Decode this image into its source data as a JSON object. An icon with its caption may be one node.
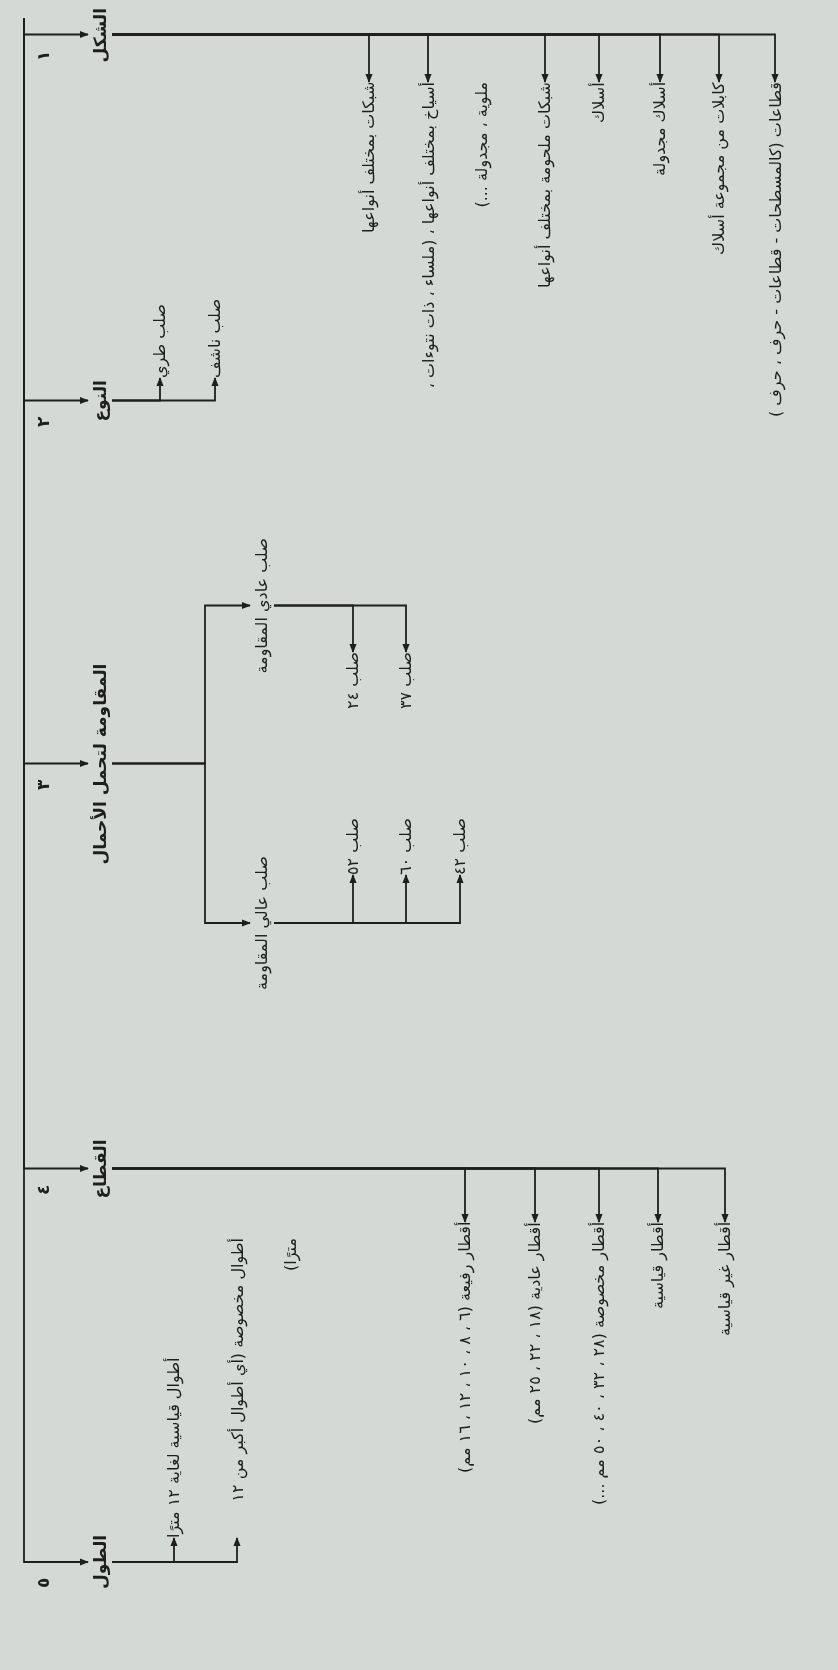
{
  "diagram": {
    "nodes": [
      {
        "text": [
          "الشكل"
        ],
        "beside": [
          "١"
        ]
      },
      {
        "text": [
          "شبكات بمختلف أنواعها"
        ]
      },
      {
        "text": [
          "أسياخ بمختلف أنواعها ، (ملساء ، ذات نتوءات ، ملوية ، مجدولة ...)"
        ]
      },
      {
        "text": [
          "شبكات ملحومة بمختلف أنواعها"
        ]
      },
      {
        "text": [
          "أسلاك"
        ]
      },
      {
        "text": [
          "أسلاك مجدولة"
        ]
      },
      {
        "text": [
          "كابلات من مجموعة أسلاك"
        ]
      },
      {
        "text": [
          "قطاعات (كالمسطحات - قطاعات - حرف ، حرف )"
        ]
      },
      {
        "text": [
          "النوع"
        ],
        "beside": [
          "٢"
        ]
      },
      {
        "text": [
          "صلب طري"
        ]
      },
      {
        "text": [
          "صلب ناشف"
        ]
      },
      {
        "text": [
          "المقاومة لتحمل الأحمال"
        ],
        "beside": [
          "٣"
        ]
      },
      {
        "text": [
          "صلب عادي المقاومة"
        ]
      },
      {
        "text": [
          "صلب ٢٤"
        ]
      },
      {
        "text": [
          "صلب ٣٧"
        ]
      },
      {
        "text": [
          "صلب عالي المقاومة"
        ]
      },
      {
        "text": [
          "صلب ٥٢"
        ]
      },
      {
        "text": [
          "صلب ٦٠"
        ]
      },
      {
        "text": [
          "صلب ٤٢"
        ]
      },
      {
        "text": [
          "القطاع"
        ],
        "beside": [
          "٤"
        ]
      },
      {
        "text": [
          "أقطار رفيعة (٦ ، ٨ ، ١٠ ، ١٢ ، ١٦ مم)"
        ]
      },
      {
        "text": [
          "أقطار عادية (١٨ ، ٢٢ ، ٢٥ مم)"
        ]
      },
      {
        "text": [
          "أقطار مخصوصة (٢٨ ، ٣٢ ، ٤٠ ، ٥٠ مم ...)"
        ]
      },
      {
        "text": [
          "أقطار قياسية"
        ]
      },
      {
        "text": [
          "أقطار غير قياسية"
        ]
      },
      {
        "text": [
          "الطول"
        ],
        "beside": [
          "٥"
        ]
      },
      {
        "text": [
          "أطوال قياسية لغاية ١٢ مترًا"
        ]
      },
      {
        "text": [
          "أطوال مخصوصة (أي أطوال أكبر من ١٢ مترًا)"
        ]
      }
    ],
    "edges": [
      {
        "from": null,
        "to": 0,
        "arrow": "to"
      },
      {
        "from": null,
        "to": 8,
        "arrow": "to"
      },
      {
        "from": null,
        "to": 11,
        "arrow": "to"
      },
      {
        "from": null,
        "to": 19,
        "arrow": "to"
      },
      {
        "from": null,
        "to": 25,
        "arrow": "to"
      },
      {
        "from": 0,
        "to": 1,
        "arrow": "to"
      },
      {
        "from": 0,
        "to": 2,
        "arrow": "to"
      },
      {
        "from": 0,
        "to": 3,
        "arrow": "to"
      },
      {
        "from": 0,
        "to": 4,
        "arrow": "to"
      },
      {
        "from": 0,
        "to": 5,
        "arrow": "to"
      },
      {
        "from": 0,
        "to": 6,
        "arrow": "to"
      },
      {
        "from": 0,
        "to": 7,
        "arrow": "to"
      },
      {
        "from": 8,
        "to": 9,
        "arrow": "to"
      },
      {
        "from": 8,
        "to": 10,
        "arrow": "to"
      },
      {
        "from": 11,
        "to": 12,
        "arrow": "to"
      },
      {
        "from": 11,
        "to": 15,
        "arrow": "to"
      },
      {
        "from": 12,
        "to": 13,
        "arrow": "to"
      },
      {
        "from": 12,
        "to": 14,
        "arrow": "to"
      },
      {
        "from": 15,
        "to": 16,
        "arrow": "to"
      },
      {
        "from": 15,
        "to": 17,
        "arrow": "to"
      },
      {
        "from": 15,
        "to": 18,
        "arrow": "to"
      },
      {
        "from": 19,
        "to": 20,
        "arrow": "to"
      },
      {
        "from": 19,
        "to": 21,
        "arrow": "to"
      },
      {
        "from": 19,
        "to": 22,
        "arrow": "to"
      },
      {
        "from": 19,
        "to": 23,
        "arrow": "to"
      },
      {
        "from": 19,
        "to": 24,
        "arrow": "to"
      },
      {
        "from": 25,
        "to": 26,
        "arrow": "to"
      },
      {
        "from": 25,
        "to": 27,
        "arrow": "to"
      }
    ]
  }
}
